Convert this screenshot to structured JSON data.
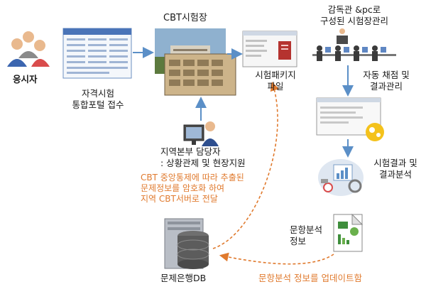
{
  "labels": {
    "applicant": "응시자",
    "portal_line1": "자격시험",
    "portal_line2": "통합포털 접수",
    "venue": "CBT시험장",
    "package_line1": "시험패키지",
    "package_line2": "파일",
    "supervisor_line1": "감독관 &pc로",
    "supervisor_line2": "구성된 시험장관리",
    "grading_line1": "자동 채점 및",
    "grading_line2": "결과관리",
    "results_line1": "시험결과 및",
    "results_line2": "결과분석",
    "regional_line1": "지역본부 담당자",
    "regional_line2": ": 상황관제 및 현장지원",
    "encrypt_line1": "CBT 중앙통제에 따라 추출된",
    "encrypt_line2": "문제정보를 암호화 하여",
    "encrypt_line3": "지역 CBT서버로 전달",
    "item_analysis_line1": "문항분석",
    "item_analysis_line2": "정보",
    "db": "문제은행DB",
    "update": "문항분석 정보를 업데이트함"
  },
  "colors": {
    "arrow_blue": "#5b8fc7",
    "arrow_orange": "#e07a2e",
    "text": "#1a1a1a"
  }
}
